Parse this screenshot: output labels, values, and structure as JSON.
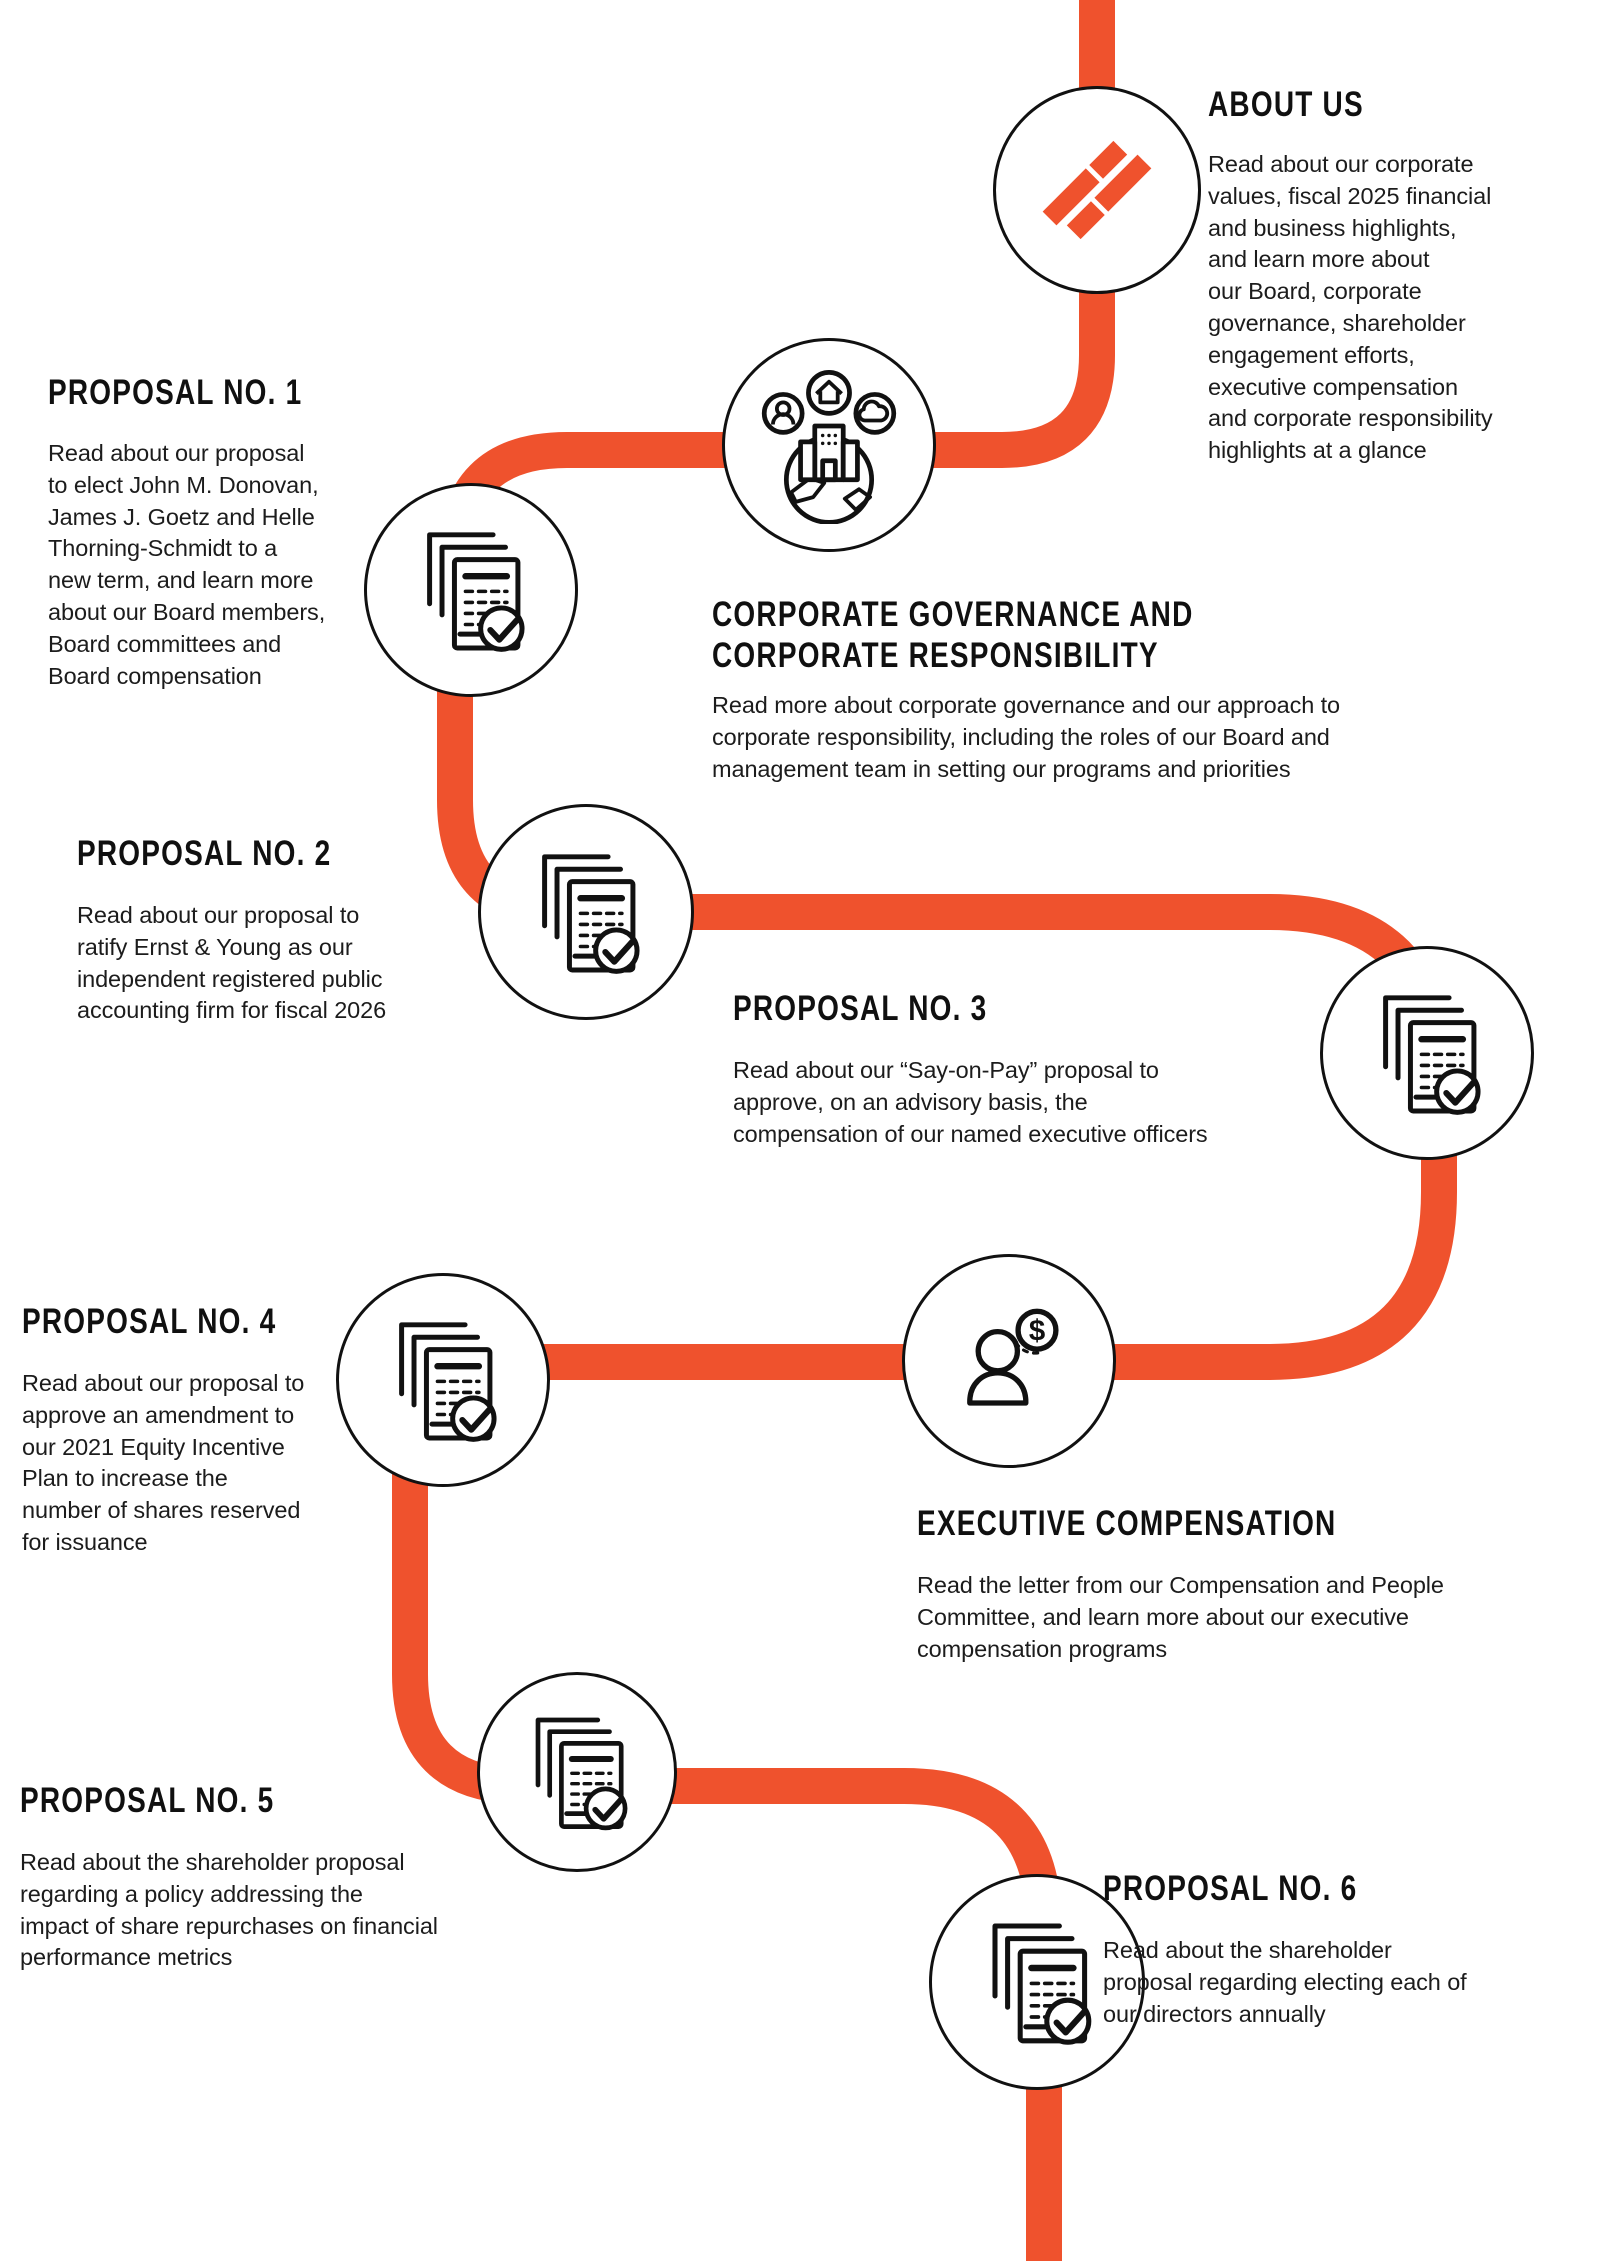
{
  "accent_color": "#EF522D",
  "line_color": "#111111",
  "icons": {
    "about": "panw-logo-icon",
    "governance": "globe-community-icon",
    "proposals": "document-check-icon",
    "executive_compensation": "person-dollar-icon"
  },
  "sections": {
    "about": {
      "title": "ABOUT US",
      "body": "Read about our corporate\nvalues, fiscal 2025 financial\nand business highlights,\nand learn more about\nour Board, corporate\ngovernance, shareholder\nengagement efforts,\nexecutive compensation\nand corporate responsibility\nhighlights at a glance"
    },
    "proposal1": {
      "title": "PROPOSAL NO. 1",
      "body": "Read about our proposal\nto elect John M. Donovan,\nJames J. Goetz and Helle\nThorning-Schmidt to a\nnew term, and learn more\nabout our Board members,\nBoard committees and\nBoard compensation"
    },
    "governance": {
      "title": "CORPORATE GOVERNANCE AND\nCORPORATE RESPONSIBILITY",
      "body": "Read more about corporate governance and our approach to\ncorporate responsibility, including the roles of our Board and\nmanagement team in setting our programs and priorities"
    },
    "proposal2": {
      "title": "PROPOSAL NO. 2",
      "body": "Read about our proposal to\nratify Ernst & Young as our\nindependent registered public\naccounting firm for fiscal 2026"
    },
    "proposal3": {
      "title": "PROPOSAL NO. 3",
      "body": "Read about our “Say-on-Pay” proposal to\napprove, on an advisory basis, the\ncompensation of our named executive officers"
    },
    "proposal4": {
      "title": "PROPOSAL NO. 4",
      "body": "Read about our proposal to\napprove an amendment to\nour 2021 Equity Incentive\nPlan to increase the\nnumber of shares reserved\nfor issuance"
    },
    "executive_compensation": {
      "title": "EXECUTIVE COMPENSATION",
      "body": "Read the letter from our Compensation and People\nCommittee, and learn more about our executive\ncompensation programs"
    },
    "proposal5": {
      "title": "PROPOSAL NO. 5",
      "body": "Read about the shareholder proposal\nregarding a policy addressing the\nimpact of share repurchases on financial\nperformance metrics"
    },
    "proposal6": {
      "title": "PROPOSAL NO. 6",
      "body": "Read about the shareholder\nproposal regarding electing each of\nour directors annually"
    }
  }
}
